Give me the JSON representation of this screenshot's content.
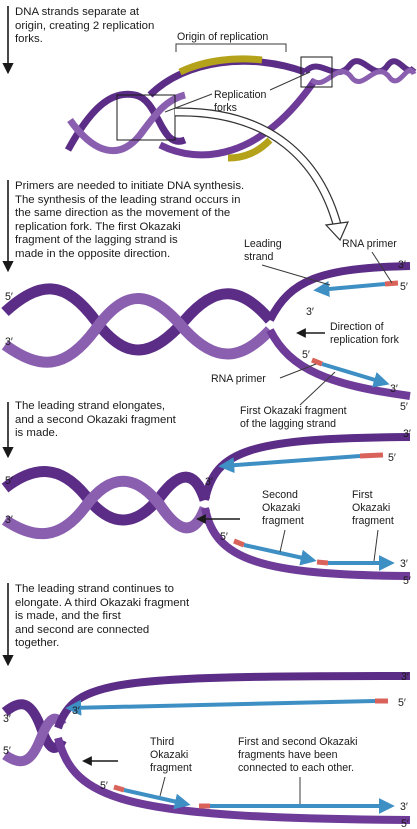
{
  "captions": {
    "step1": "DNA strands separate at\norigin, creating 2 replication\nforks.",
    "step2": "Primers are needed to initiate DNA synthesis.\nThe synthesis of the leading strand occurs in\nthe same direction as the movement of the\nreplication fork. The first Okazaki\nfragment of the lagging strand is\nmade in the opposite direction.",
    "step3": "The leading strand elongates,\nand a second Okazaki fragment\nis made.",
    "step4": "The leading strand continues to\nelongate. A third Okazaki fragment\nis made, and the first\nand second are connected\ntogether."
  },
  "labels": {
    "origin": "Origin of replication",
    "forks_1": "Replication",
    "forks_2": "forks",
    "leading_1": "Leading",
    "leading_2": "strand",
    "rna_primer_top": "RNA primer",
    "direction_1": "Direction of",
    "direction_2": "replication fork",
    "rna_primer_left": "RNA primer",
    "first_okazaki_1": "First Okazaki fragment",
    "first_okazaki_2": "of the lagging strand",
    "second_okazaki_1": "Second",
    "second_okazaki_2": "Okazaki",
    "second_okazaki_3": "fragment",
    "first_okazaki_p3_1": "First",
    "first_okazaki_p3_2": "Okazaki",
    "first_okazaki_p3_3": "fragment",
    "third_okazaki_1": "Third",
    "third_okazaki_2": "Okazaki",
    "third_okazaki_3": "fragment",
    "connected_1": "First and second Okazaki",
    "connected_2": "fragments have been",
    "connected_3": "connected to each other."
  },
  "ends": {
    "three_prime": "3′",
    "five_prime": "5′"
  },
  "colors": {
    "strand_purple": "#5b2d86",
    "strand_light": "#8b5fb0",
    "origin_yellow": "#b4a21a",
    "new_strand_blue": "#3d8fc4",
    "primer_red": "#d9635a",
    "arrow": "#1a1a1a"
  }
}
